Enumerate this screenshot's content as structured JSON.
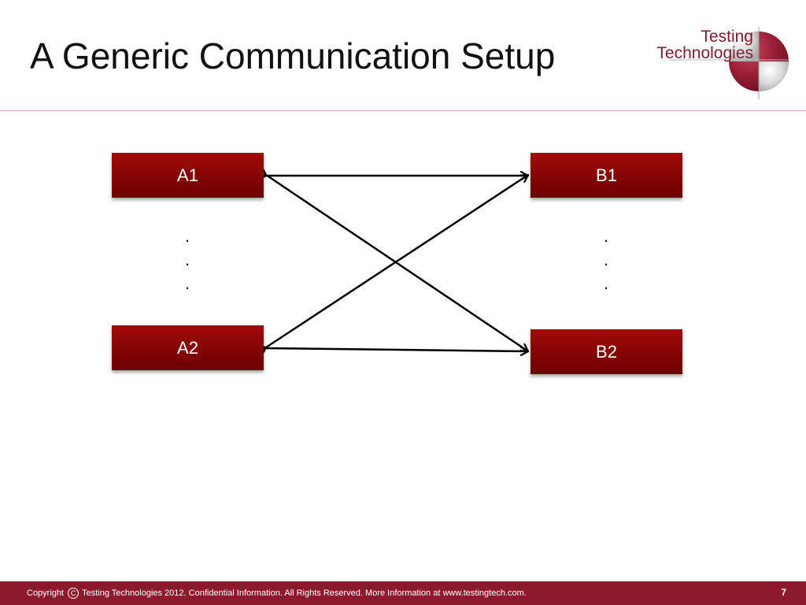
{
  "slide": {
    "title": "A Generic Communication Setup",
    "logo": {
      "line1": "Testing",
      "line2": "Technologies"
    }
  },
  "diagram": {
    "nodes": {
      "a1": "A1",
      "a2": "A2",
      "b1": "B1",
      "b2": "B2"
    },
    "left_ellipsis": [
      "·",
      "·",
      "·"
    ],
    "right_ellipsis": [
      "·",
      "·",
      "·"
    ],
    "connections": [
      {
        "from": "A1",
        "to": "B1",
        "type": "bidirectional"
      },
      {
        "from": "A1",
        "to": "B2",
        "type": "bidirectional"
      },
      {
        "from": "A2",
        "to": "B1",
        "type": "bidirectional"
      },
      {
        "from": "A2",
        "to": "B2",
        "type": "bidirectional"
      }
    ]
  },
  "footer": {
    "copyright_prefix": "Copyright",
    "copyright_symbol": "C",
    "copyright_text": "Testing Technologies 2012. Confidential Information. All Rights Reserved. More Information at www.testingtech.com.",
    "page_number": "7"
  },
  "colors": {
    "accent": "#8b1b2c",
    "node_fill": "#8b0808",
    "logo_red": "#7e1b2c"
  }
}
